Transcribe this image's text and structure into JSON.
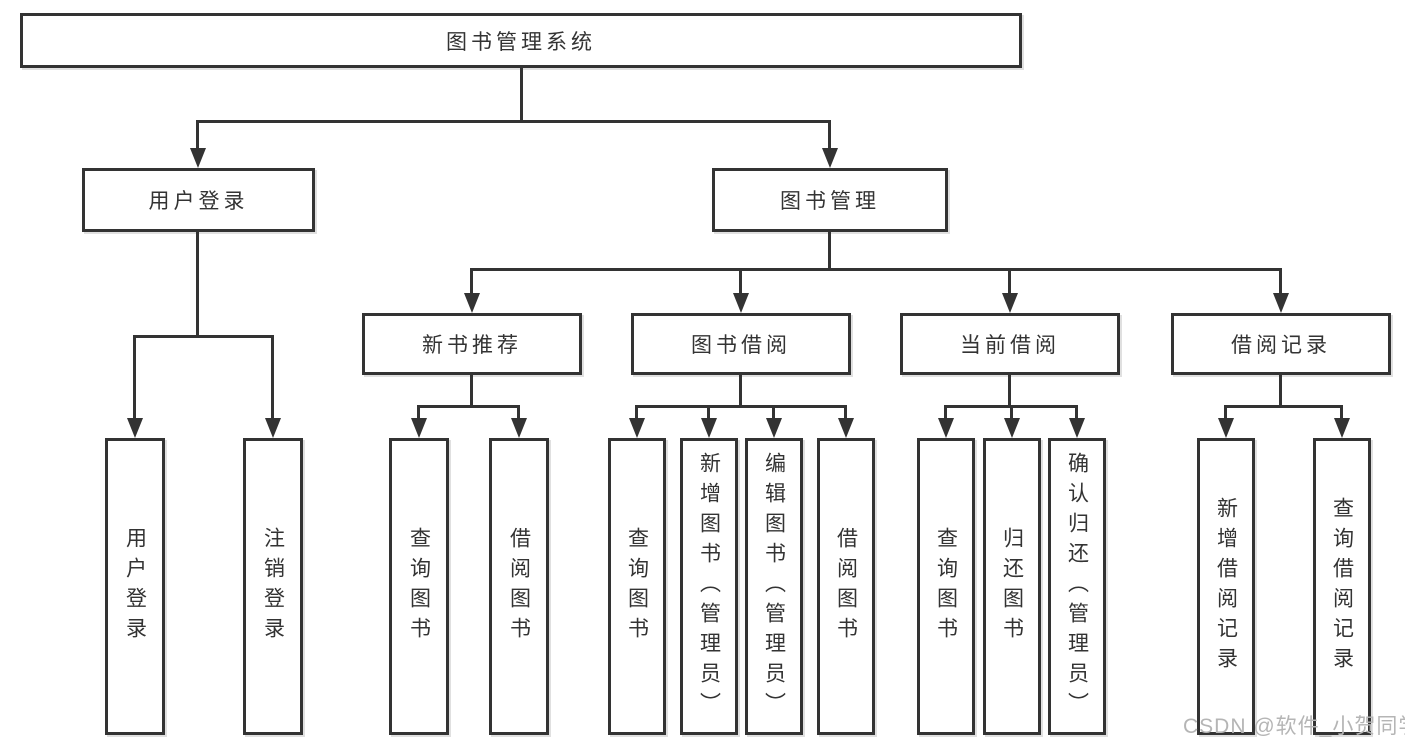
{
  "tree": {
    "root": {
      "label": "图书管理系统"
    },
    "children": [
      {
        "label": "用户登录",
        "children": [
          {
            "label": "用户登录"
          },
          {
            "label": "注销登录"
          }
        ]
      },
      {
        "label": "图书管理",
        "children": [
          {
            "label": "新书推荐",
            "children": [
              {
                "label": "查询图书"
              },
              {
                "label": "借阅图书"
              }
            ]
          },
          {
            "label": "图书借阅",
            "children": [
              {
                "label": "查询图书"
              },
              {
                "label": "新增图书（管理员）"
              },
              {
                "label": "编辑图书（管理员）"
              },
              {
                "label": "借阅图书"
              }
            ]
          },
          {
            "label": "当前借阅",
            "children": [
              {
                "label": "查询图书"
              },
              {
                "label": "归还图书"
              },
              {
                "label": "确认归还（管理员）"
              }
            ]
          },
          {
            "label": "借阅记录",
            "children": [
              {
                "label": "新增借阅记录"
              },
              {
                "label": "查询借阅记录"
              }
            ]
          }
        ]
      }
    ]
  },
  "watermark": {
    "text": "CSDN @软件_小贺同学"
  },
  "colors": {
    "line": "#333333",
    "text": "#333333",
    "box_fill": "#ffffff",
    "background": "#ffffff",
    "watermark": "#b5b5b5"
  }
}
